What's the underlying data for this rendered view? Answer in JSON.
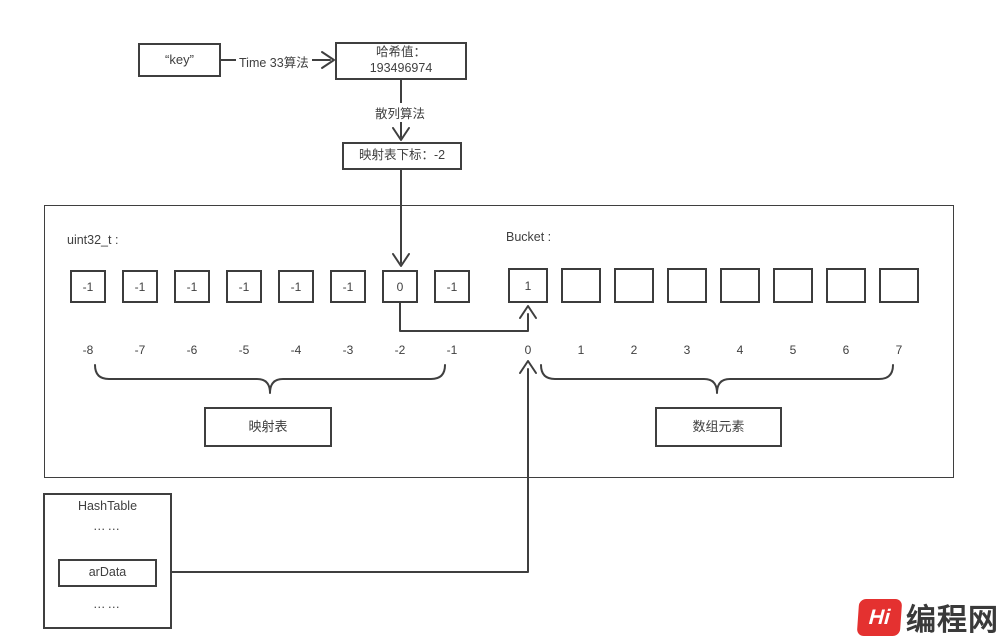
{
  "flow": {
    "key": "“key”",
    "time33": "Time 33算法",
    "hash_title": "哈希值：",
    "hash_value": "193496974",
    "hash_algo": "散列算法",
    "map_index": "映射表下标：-2"
  },
  "board": {
    "uint32_label": "uint32_t :",
    "bucket_label": "Bucket :",
    "mapping_values": [
      "-1",
      "-1",
      "-1",
      "-1",
      "-1",
      "-1",
      "0",
      "-1"
    ],
    "mapping_indexes": [
      "-8",
      "-7",
      "-6",
      "-5",
      "-4",
      "-3",
      "-2",
      "-1"
    ],
    "mapping_brace_label": "映射表",
    "bucket_values": [
      "1",
      "",
      "",
      "",
      "",
      "",
      "",
      ""
    ],
    "bucket_indexes": [
      "0",
      "1",
      "2",
      "3",
      "4",
      "5",
      "6",
      "7"
    ],
    "bucket_brace_label": "数组元素"
  },
  "hashtable": {
    "title": "HashTable",
    "dots_top": "……",
    "ardata": "arData",
    "dots_bottom": "……"
  },
  "logo": {
    "icon": "Hi",
    "brand": "编程网"
  },
  "colors": {
    "line": "#3f3f3f",
    "logo_red": "#e43130",
    "brand_text": "#3a3a3a"
  }
}
